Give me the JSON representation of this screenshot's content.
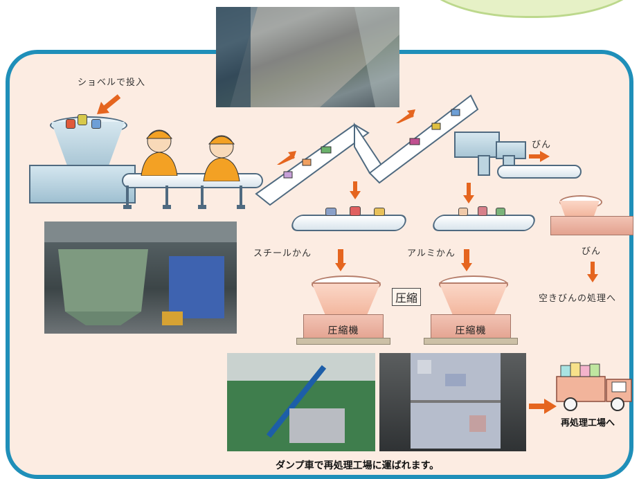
{
  "labels": {
    "shovel": "ショベルで投入",
    "bottle_top": "びん",
    "steel_can": "スチールかん",
    "aluminum_can": "アルミかん",
    "compress": "圧縮",
    "bottle_bottom": "びん",
    "empty_bottle": "空きびんの処理へ",
    "press_1": "圧縮機",
    "press_2": "圧縮機",
    "to_plant": "再処理工場へ",
    "caption": "ダンプ車で再処理工場に運ばれます。"
  },
  "colors": {
    "frame": "#1f8fb9",
    "panel": "#fcece2",
    "arrow": "#e5651f",
    "blob": "#e6f1c6"
  },
  "icons": [
    "shovel-arrow-icon",
    "worker-icon",
    "conveyor-icon",
    "truck-icon",
    "magnet-icon"
  ]
}
